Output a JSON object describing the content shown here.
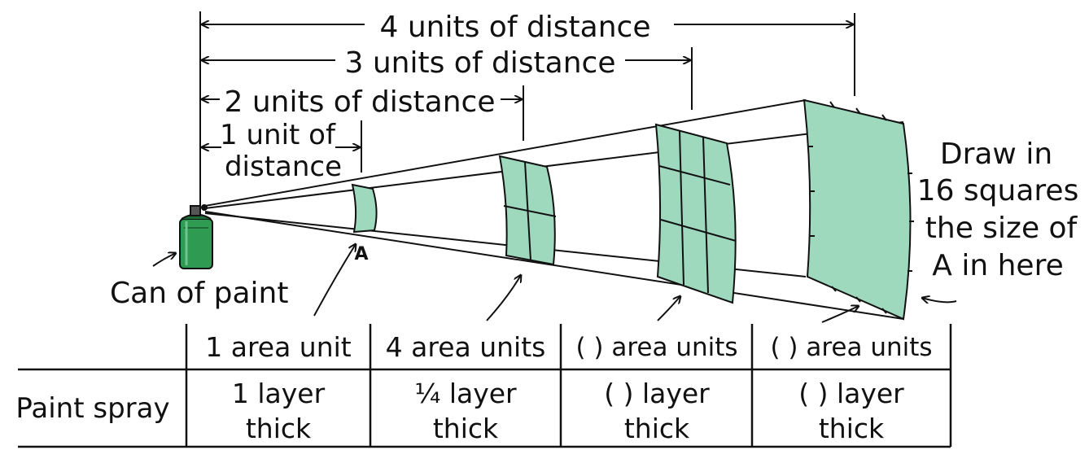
{
  "distances": {
    "four": "4 units of distance",
    "three": "3 units of distance",
    "two": "2 units of distance",
    "one_line1": "1 unit of",
    "one_line2": "distance"
  },
  "labels": {
    "can": "Can of paint",
    "marker_a": "A",
    "draw_line1": "Draw in",
    "draw_line2": "16 squares",
    "draw_line3": "the size of",
    "draw_line4": "A in here"
  },
  "table": {
    "row_header": "Paint spray",
    "area": [
      "1 area unit",
      "4 area units",
      "(   ) area units",
      "(   ) area units"
    ],
    "layer_line1": [
      "1 layer",
      "¼ layer",
      "(   ) layer",
      "(   ) layer"
    ],
    "layer_line2": [
      "thick",
      "thick",
      "thick",
      "thick"
    ]
  },
  "colors": {
    "paint_green": "#9ed8bd",
    "can_green": "#2f9a52",
    "ink": "#111111"
  }
}
